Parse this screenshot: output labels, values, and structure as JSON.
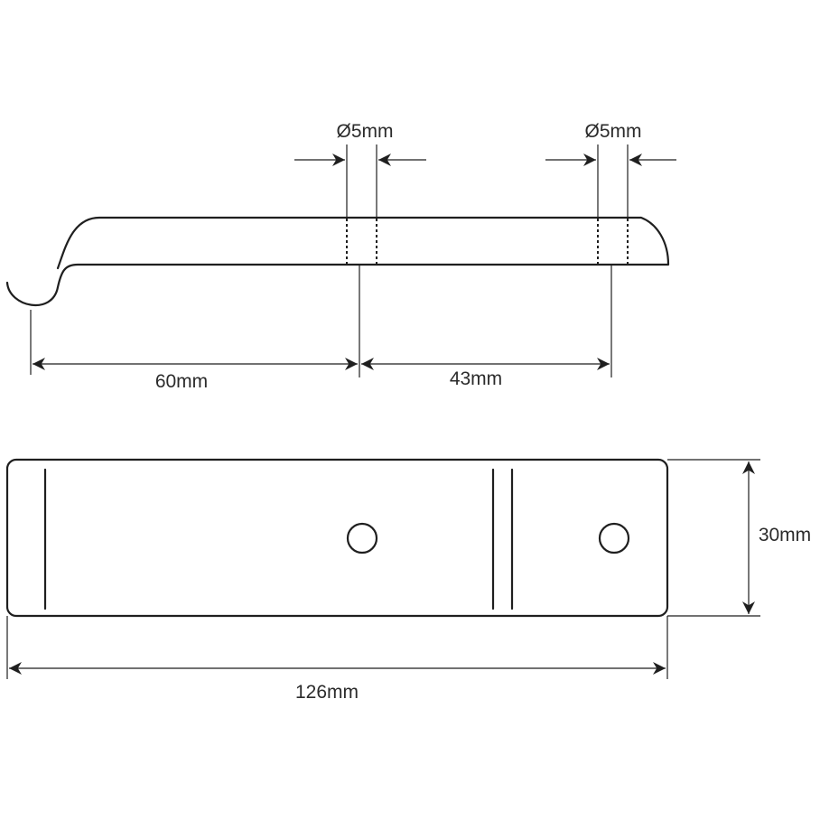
{
  "dimensions": {
    "hole_left": "Ø5mm",
    "hole_right": "Ø5mm",
    "distance_hook_to_hole": "60mm",
    "distance_hole_to_hole": "43mm",
    "width": "30mm",
    "length": "126mm"
  },
  "colors": {
    "line": "#1f1f1f",
    "text": "#2b2b2b",
    "background": "#ffffff"
  }
}
